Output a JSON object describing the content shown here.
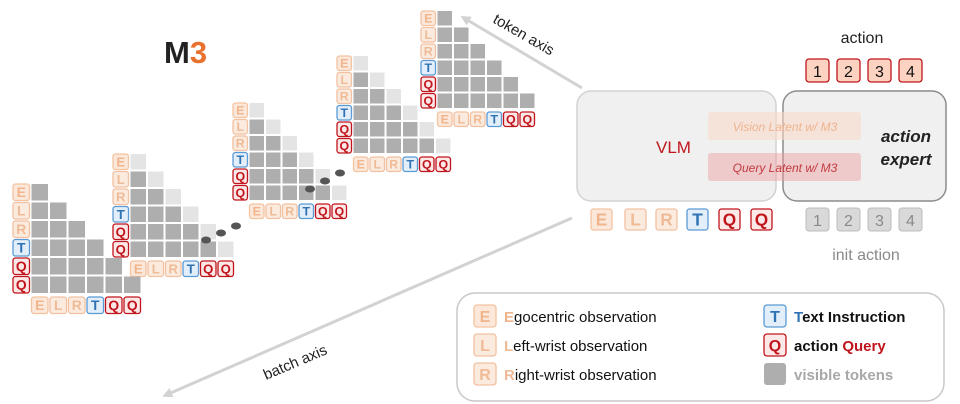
{
  "title": {
    "prefix": "M",
    "suffix": "3",
    "suffix_color": "#e8712d"
  },
  "axes": {
    "token_axis": "token axis",
    "batch_axis": "batch axis"
  },
  "token_letters": [
    "E",
    "L",
    "R",
    "T",
    "Q",
    "Q"
  ],
  "token_kinds": [
    "e",
    "l",
    "r",
    "t",
    "q",
    "q"
  ],
  "vlm": {
    "label": "VLM",
    "vision_latent": "Vision Latent w/ M3",
    "query_latent": "Query Latent w/ M3"
  },
  "expert": {
    "line1": "action",
    "line2": "expert"
  },
  "action": {
    "label": "action",
    "numbers": [
      "1",
      "2",
      "3",
      "4"
    ]
  },
  "init_action": {
    "label": "init action",
    "numbers": [
      "1",
      "2",
      "3",
      "4"
    ]
  },
  "legend": {
    "items": [
      {
        "glyph": "E",
        "kind": "e",
        "initial": "E",
        "rest": "gocentric observation"
      },
      {
        "glyph": "L",
        "kind": "l",
        "initial": "L",
        "rest": "eft-wrist observation"
      },
      {
        "glyph": "R",
        "kind": "r",
        "initial": "R",
        "rest": "ight-wrist observation"
      },
      {
        "glyph": "T",
        "kind": "t",
        "initial": "T",
        "rest": "ext Instruction"
      },
      {
        "glyph": "Q",
        "kind": "q",
        "initial": "action ",
        "rest": "Query"
      },
      {
        "glyph": "",
        "kind": "v",
        "initial": "",
        "rest": "visible tokens"
      }
    ]
  },
  "colors": {
    "e_stroke": "#f4c3a0",
    "e_fill": "#fbe8db",
    "e_text": "#f0b58c",
    "l_stroke": "#f2c1a2",
    "l_fill": "#fbebdf",
    "l_text": "#efbb97",
    "r_stroke": "#f2c1a2",
    "r_fill": "#fbebdf",
    "r_text": "#efbb97",
    "t_stroke": "#5b9bd5",
    "t_fill": "#e2eef9",
    "t_text": "#2f73b5",
    "q_stroke": "#c0151c",
    "q_fill": "#fde8e8",
    "q_text": "#c0151c",
    "vis": "#aeaeae",
    "vis_light": "#e4e4e4"
  }
}
